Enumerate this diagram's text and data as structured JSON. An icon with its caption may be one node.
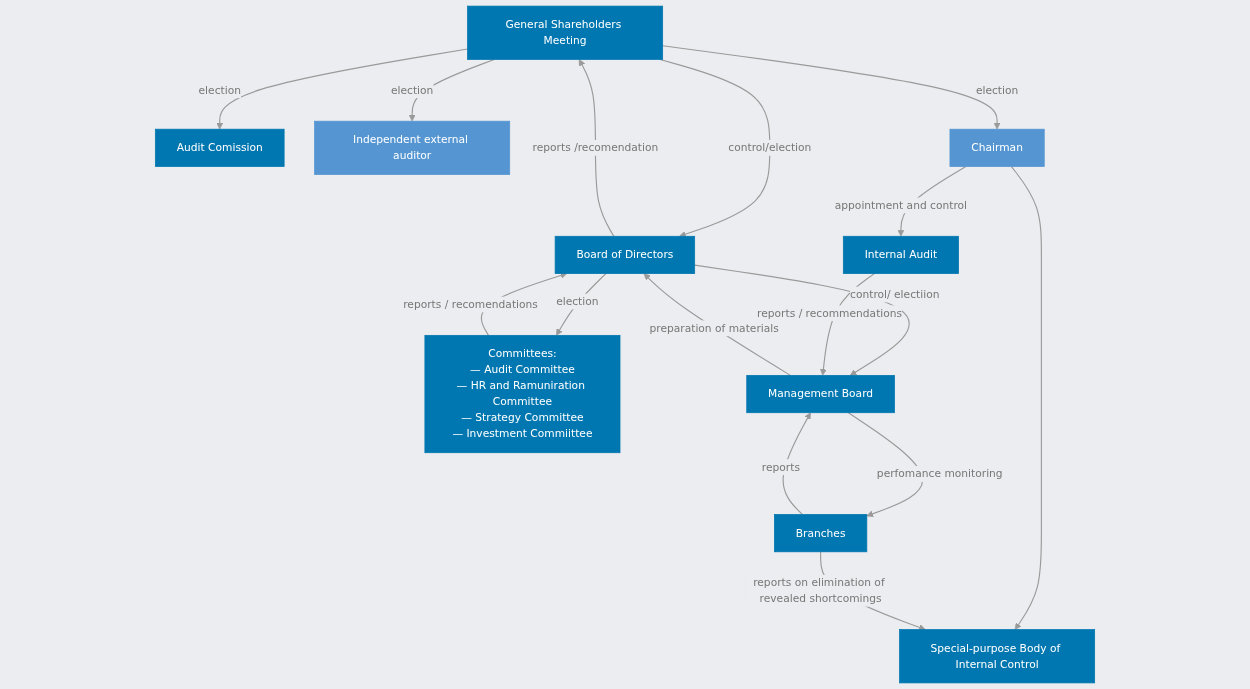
{
  "diagram": {
    "nodes": [
      {
        "text": [
          "Audit Comission"
        ]
      },
      {
        "text": [
          "General Shareholders Meeting"
        ]
      },
      {
        "text": [
          "Independent external auditor"
        ]
      },
      {
        "text": [
          "Board of Directors"
        ]
      },
      {
        "text": [
          "Committees:",
          "— Audit Committee",
          "— HR and Ramuniration Committee",
          "— Strategy Committee",
          "— Investment Commiittee"
        ]
      },
      {
        "text": [
          "Internal Audit"
        ]
      },
      {
        "text": [
          "Chairman"
        ]
      },
      {
        "text": [
          "Management Board"
        ]
      },
      {
        "text": [
          "Special-purpose Body of Internal Control"
        ]
      },
      {
        "text": [
          "Branches"
        ]
      }
    ],
    "edges": [
      {
        "from": 1,
        "to": 0,
        "arrow": "to",
        "label": "election"
      },
      {
        "from": 1,
        "to": 2,
        "arrow": "to",
        "label": "election"
      },
      {
        "from": 1,
        "to": 3,
        "arrow": "to",
        "label": "control/election"
      },
      {
        "from": 3,
        "to": 1,
        "arrow": "to",
        "label": "reports /recomendation"
      },
      {
        "from": 3,
        "to": 4,
        "arrow": "to",
        "label": "election"
      },
      {
        "from": 4,
        "to": 3,
        "arrow": "to",
        "label": "reports / recomendations"
      },
      {
        "from": 1,
        "to": 6,
        "arrow": "to",
        "label": "election"
      },
      {
        "from": 3,
        "to": 7,
        "arrow": "to",
        "label": "control/ electiion"
      },
      {
        "from": 7,
        "to": 3,
        "arrow": "to",
        "label": "preparation of materials"
      },
      {
        "from": 6,
        "to": 5,
        "arrow": "to",
        "label": "appointment and control"
      },
      {
        "from": 6,
        "to": 8,
        "arrow": "to"
      },
      {
        "from": 5,
        "to": 7,
        "arrow": "to",
        "label": "reports / recommendations"
      },
      {
        "from": 7,
        "to": 9,
        "arrow": "to",
        "label": "perfomance monitoring"
      },
      {
        "from": 9,
        "to": 7,
        "arrow": "to",
        "label": "reports"
      },
      {
        "from": 9,
        "to": 8,
        "arrow": "to",
        "label": "reports on elimination of revealed shortcomings"
      }
    ]
  }
}
